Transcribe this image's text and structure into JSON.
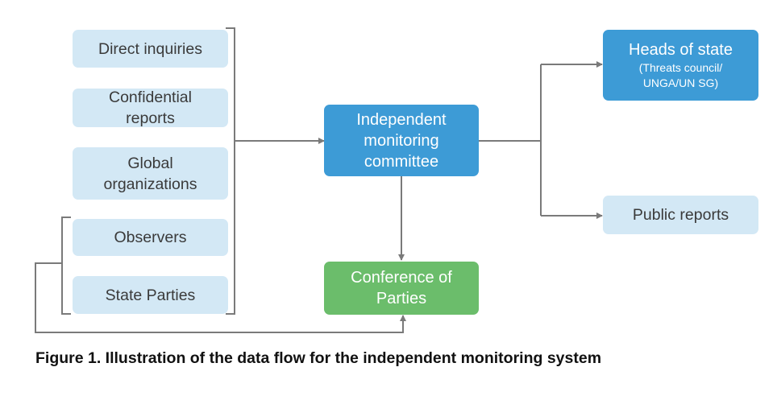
{
  "colors": {
    "source_fill": "#d3e8f5",
    "committee_fill": "#3d9bd6",
    "conference_fill": "#6bbd6b",
    "heads_fill": "#3d9bd6",
    "public_fill": "#d3e8f5",
    "connector": "#7a7a7a"
  },
  "sources": {
    "direct_inquiries": "Direct inquiries",
    "confidential_reports": "Confidential\nreports",
    "global_organizations": "Global\norganizations",
    "observers": "Observers",
    "state_parties": "State Parties"
  },
  "committee": "Independent\nmonitoring\ncommittee",
  "conference": "Conference of\nParties",
  "heads_of_state": {
    "title": "Heads of state",
    "subtitle": "(Threats council/\nUNGA/UN SG)"
  },
  "public_reports": "Public reports",
  "caption": "Figure 1. Illustration of the data flow for the independent monitoring system"
}
